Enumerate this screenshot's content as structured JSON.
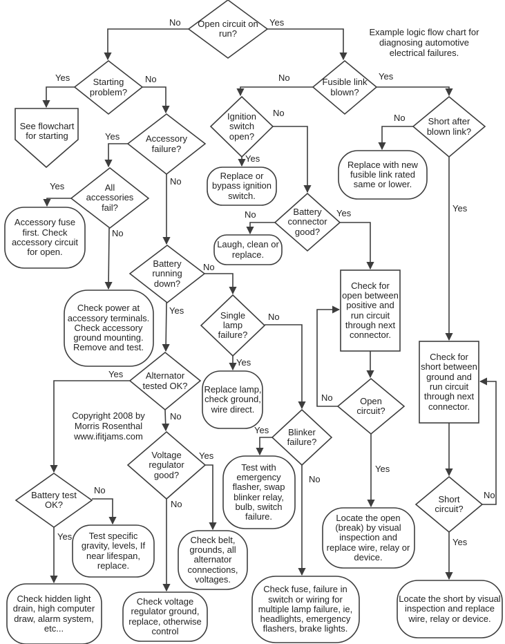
{
  "title": "Example logic flow chart for diagnosing automotive electrical failures.",
  "copyright": "Copyright 2008 by Morris Rosenthal www.ifitjams.com",
  "labels": {
    "yes": "Yes",
    "no": "No"
  },
  "colors": {
    "line": "#3d3d3d",
    "text": "#222222",
    "background": "#ffffff"
  },
  "nodes": {
    "open_circuit_on_run": "Open circuit on run?",
    "starting_problem": "Starting problem?",
    "see_flowchart": "See flowchart for starting",
    "accessory_failure": "Accessory failure?",
    "all_accessories_fail": "All accessories fail?",
    "accessory_fuse": "Accessory fuse first. Check accessory circuit for open.",
    "check_power": "Check power at accessory terminals. Check accessory ground mounting. Remove and test.",
    "battery_running_down": "Battery running down?",
    "single_lamp": "Single lamp failure?",
    "replace_lamp": "Replace lamp, check ground, wire direct.",
    "alternator_tested": "Alternator tested OK?",
    "voltage_regulator": "Voltage regulator good?",
    "check_belt": "Check belt, grounds, all alternator connections, voltages.",
    "check_vr_ground": "Check voltage regulator ground, replace, otherwise control",
    "battery_test": "Battery test OK?",
    "test_specific": "Test specific gravity, levels, If near lifespan, replace.",
    "check_hidden": "Check hidden light drain, high computer draw, alarm system, etc...",
    "blinker_failure": "Blinker failure?",
    "test_with_flasher": "Test with emergency flasher, swap blinker relay, bulb, switch failure.",
    "check_fuse": "Check fuse, failure in switch or wiring for multiple lamp failure, ie, headlights, emergency flashers, brake lights.",
    "ignition_switch": "Ignition switch open?",
    "replace_bypass": "Replace or bypass ignition switch.",
    "battery_connector": "Battery connector good?",
    "laugh_clean": "Laugh, clean or replace.",
    "check_open": "Check for open between positive and run circuit through next connector.",
    "open_circuit": "Open circuit?",
    "locate_open": "Locate the open (break) by visual inspection and replace wire, relay or device.",
    "fusible_link": "Fusible link blown?",
    "short_after": "Short after blown link?",
    "replace_fusible": "Replace with new fusible link rated same or lower.",
    "check_short": "Check for short between ground and run circuit through next connector.",
    "short_circuit": "Short circuit?",
    "locate_short": "Locate the short by visual inspection and replace wire, relay or device."
  }
}
